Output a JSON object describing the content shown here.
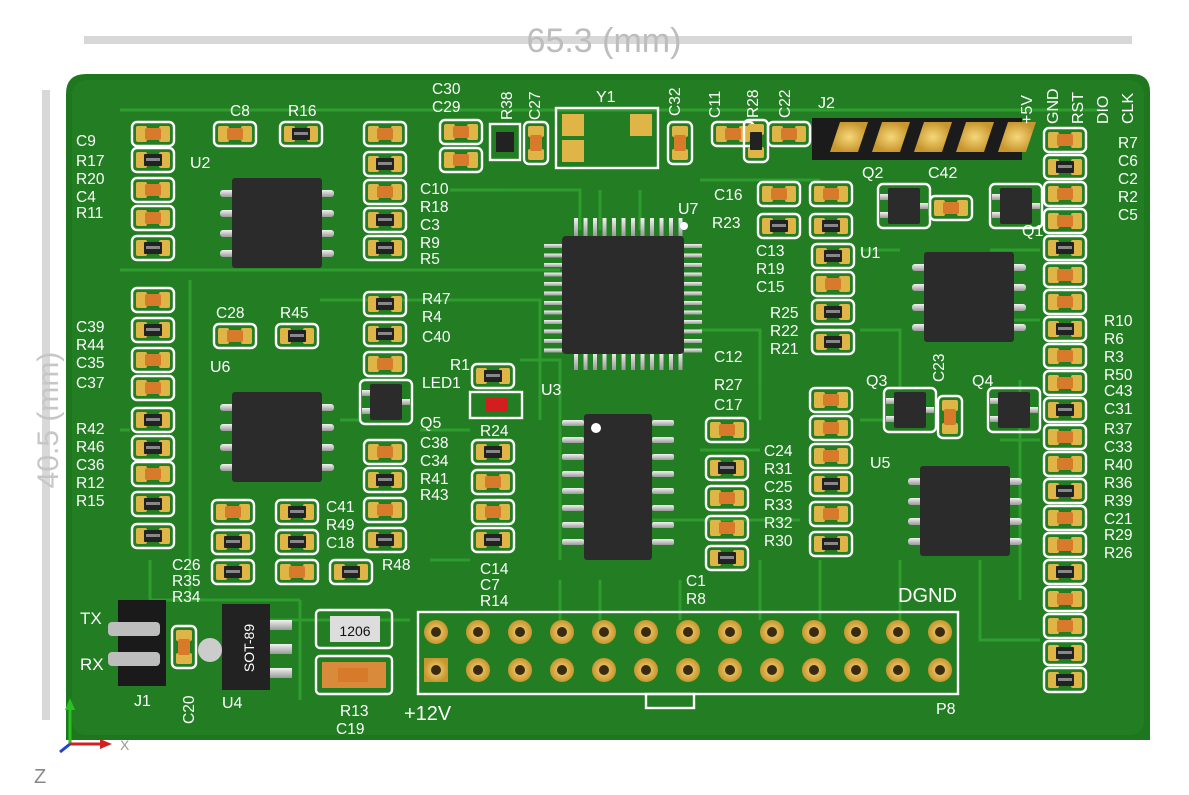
{
  "dimension": {
    "width_text": "65.3  (mm)",
    "height_text": "40.5  (mm)"
  },
  "axes": {
    "z": "Z",
    "x": "X"
  },
  "board": {
    "silk": {
      "C8": "C8",
      "R16": "R16",
      "C9": "C9",
      "R17": "R17",
      "R20": "R20",
      "C4": "C4",
      "R11": "R11",
      "C30": "C30",
      "C29": "C29",
      "R38": "R38",
      "C27": "C27",
      "Y1": "Y1",
      "C32": "C32",
      "C11": "C11",
      "R28": "R28",
      "C22": "C22",
      "J2": "J2",
      "U2": "U2",
      "U7": "U7",
      "U6": "U6",
      "U1": "U1",
      "U3": "U3",
      "U5": "U5",
      "U4": "U4",
      "J1": "J1",
      "P8": "P8",
      "C10": "C10",
      "R18": "R18",
      "C3": "C3",
      "R9": "R9",
      "R5": "R5",
      "C16": "C16",
      "R23": "R23",
      "C13": "C13",
      "R19": "R19",
      "C15": "C15",
      "Q2": "Q2",
      "C42": "C42",
      "Q1": "Q1",
      "Q3": "Q3",
      "C23": "C23",
      "Q4": "Q4",
      "Q5": "Q5",
      "R7": "R7",
      "C6": "C6",
      "C2": "C2",
      "R2": "R2",
      "C5": "C5",
      "C39": "C39",
      "R44": "R44",
      "C35": "C35",
      "C37": "C37",
      "C28": "C28",
      "R45": "R45",
      "R47": "R47",
      "R4": "R4",
      "C40": "C40",
      "R1": "R1",
      "LED1": "LED1",
      "R24": "R24",
      "R42": "R42",
      "R46": "R46",
      "C36": "C36",
      "R12": "R12",
      "R15": "R15",
      "C38": "C38",
      "C34": "C34",
      "R41": "R41",
      "R43": "R43",
      "C41": "C41",
      "R49": "R49",
      "C18": "C18",
      "R48": "R48",
      "C26": "C26",
      "R35": "R35",
      "R34": "R34",
      "C14": "C14",
      "C7": "C7",
      "R14": "R14",
      "C12": "C12",
      "R27": "R27",
      "C17": "C17",
      "C24": "C24",
      "R31": "R31",
      "C25": "C25",
      "R33": "R33",
      "R32": "R32",
      "R30": "R30",
      "C1": "C1",
      "R8": "R8",
      "R25": "R25",
      "R22": "R22",
      "R21": "R21",
      "R10": "R10",
      "R6": "R6",
      "R3": "R3",
      "R50": "R50",
      "C43": "C43",
      "C31": "C31",
      "R37": "R37",
      "C33": "C33",
      "R40": "R40",
      "R36": "R36",
      "R39": "R39",
      "C21": "C21",
      "R29": "R29",
      "R26": "R26",
      "TX": "TX",
      "RX": "RX",
      "C20": "C20",
      "R13": "R13",
      "C19": "C19",
      "DGND": "DGND",
      "+12V": "+12V",
      "J2_5V": "+5V",
      "J2_GND": "GND",
      "J2_RST": "RST",
      "J2_DIO": "DIO",
      "J2_CLK": "CLK",
      "SOT89": "SOT-89",
      "PKG1206": "1206"
    }
  },
  "colors": {
    "board": "#1f7a1f",
    "board_dark": "#166516",
    "trace": "#2f9a2f",
    "silk": "#ffffff",
    "pad_gold": "#e0b548",
    "ic_body": "#2b2b2b",
    "cap_body": "#d77a2a",
    "led_red": "#d21e1e"
  },
  "icons": [
    "x-axis-arrow-icon",
    "y-axis-arrow-icon",
    "pcb-board"
  ]
}
